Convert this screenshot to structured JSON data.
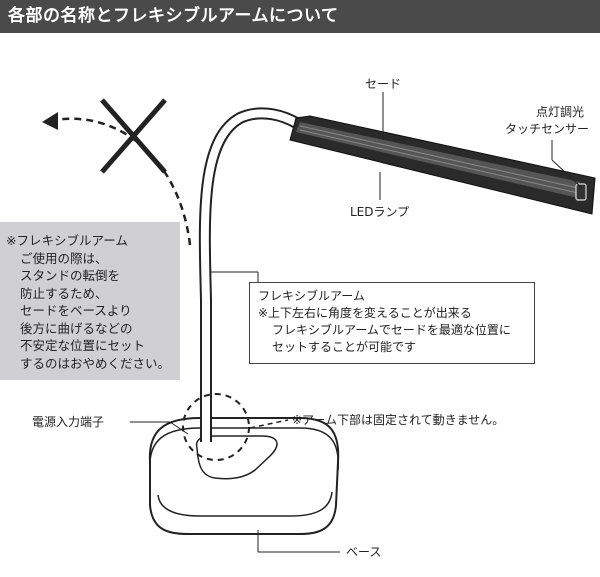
{
  "header": {
    "title": "各部の名称とフレキシブルアームについて"
  },
  "labels": {
    "shade": "セード",
    "touch_sensor_line1": "点灯調光",
    "touch_sensor_line2": "タッチセンサー",
    "led_lamp": "LEDランプ",
    "power_jack": "電源入力端子",
    "arm_fixed_note": "※アーム下部は固定されて動きません。",
    "base": "ベース"
  },
  "warning_box": {
    "lines": [
      "※フレキシブルアーム",
      "ご使用の際は、",
      "スタンドの転倒を",
      "防止するため、",
      "セードをベースより",
      "後方に曲げるなどの",
      "不安定な位置にセット",
      "するのはおやめください。"
    ]
  },
  "info_box": {
    "title": "フレキシブルアーム",
    "lines": [
      "※上下左右に角度を変えることが出来る",
      "フレキシブルアームでセードを最適な位置に",
      "セットすることが可能です"
    ]
  },
  "colors": {
    "header_bg": "#4a4a4a",
    "warning_bg": "#d0d0d2"
  }
}
